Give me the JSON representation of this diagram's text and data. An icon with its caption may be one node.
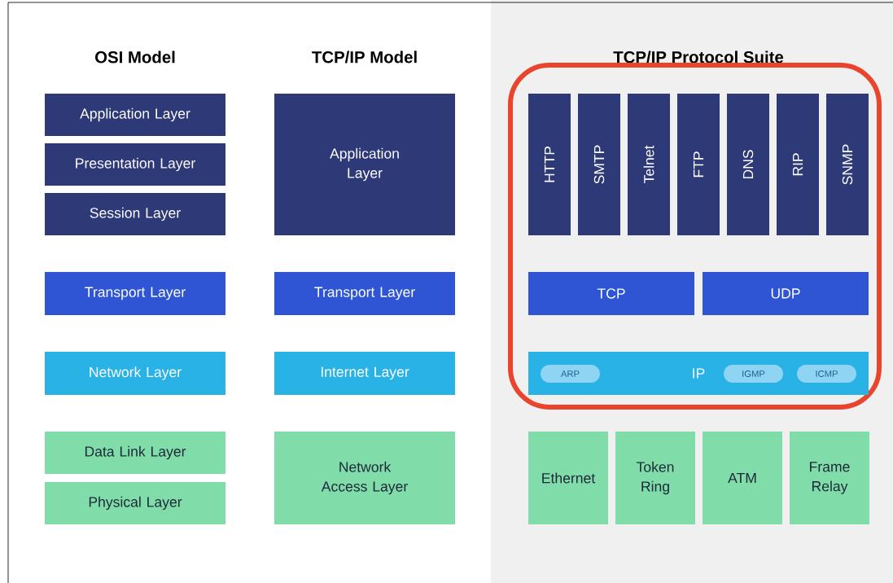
{
  "diagram": {
    "nodes": [
      {
        "text": [
          "Application Layer"
        ]
      },
      {
        "text": [
          "Presentation Layer"
        ]
      },
      {
        "text": [
          "Session Layer"
        ]
      },
      {
        "text": [
          "Transport Layer"
        ]
      },
      {
        "text": [
          "Network Layer"
        ]
      },
      {
        "text": [
          "Data Link Layer"
        ]
      },
      {
        "text": [
          "Physical Layer"
        ]
      },
      {
        "text": [
          "Application Layer"
        ]
      },
      {
        "text": [
          "Transport Layer"
        ]
      },
      {
        "text": [
          "Internet Layer"
        ]
      },
      {
        "text": [
          "Network Access Layer"
        ]
      },
      {
        "text": [],
        "shape": "box"
      },
      {
        "text": [
          "HTTP"
        ],
        "in": 11
      },
      {
        "text": [
          "SMTP"
        ],
        "in": 11
      },
      {
        "text": [
          "Telnet"
        ],
        "in": 11
      },
      {
        "text": [
          "FTP"
        ],
        "in": 11
      },
      {
        "text": [
          "DNS"
        ],
        "in": 11
      },
      {
        "text": [
          "RIP"
        ],
        "in": 11
      },
      {
        "text": [
          "SNMP"
        ],
        "in": 11
      },
      {
        "text": [
          "TCP"
        ],
        "in": 11
      },
      {
        "text": [
          "UDP"
        ],
        "in": 11
      },
      {
        "text": [
          "IP"
        ],
        "in": 11
      },
      {
        "text": [
          "ARP"
        ],
        "in": 21
      },
      {
        "text": [
          "IGMP"
        ],
        "in": 21
      },
      {
        "text": [
          "ICMP"
        ],
        "in": 21
      },
      {
        "text": [
          "Ethernet"
        ]
      },
      {
        "text": [
          "Token Ring"
        ]
      },
      {
        "text": [
          "ATM"
        ]
      },
      {
        "text": [
          "Frame Relay"
        ]
      }
    ],
    "labels": [
      "OSI Model",
      "TCP/IP Model",
      "TCP/IP Protocol Suite"
    ]
  }
}
